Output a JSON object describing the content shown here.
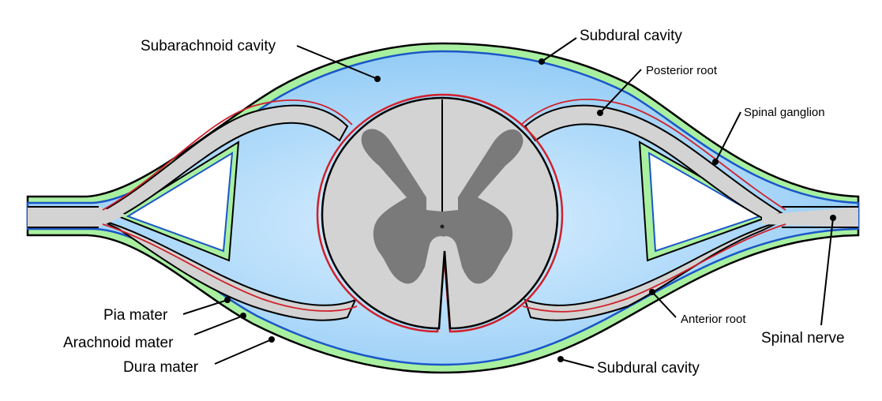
{
  "labels": {
    "subarachnoid_cavity": "Subarachnoid cavity",
    "subdural_cavity_top": "Subdural cavity",
    "posterior_root": "Posterior root",
    "spinal_ganglion": "Spinal ganglion",
    "pia_mater": "Pia mater",
    "arachnoid_mater": "Arachnoid mater",
    "dura_mater": "Dura mater",
    "anterior_root": "Anterior root",
    "spinal_nerve": "Spinal nerve",
    "subdural_cavity_bottom": "Subdural cavity"
  },
  "colors": {
    "dura": "#a8f0a0",
    "subarachnoid": "#a6d8fa",
    "nerve_tissue": "#d3d3d3",
    "grey_matter": "#7a7a7a",
    "pia_line": "#d0202a",
    "arachnoid_line": "#1a56c8",
    "outline": "#000000"
  }
}
